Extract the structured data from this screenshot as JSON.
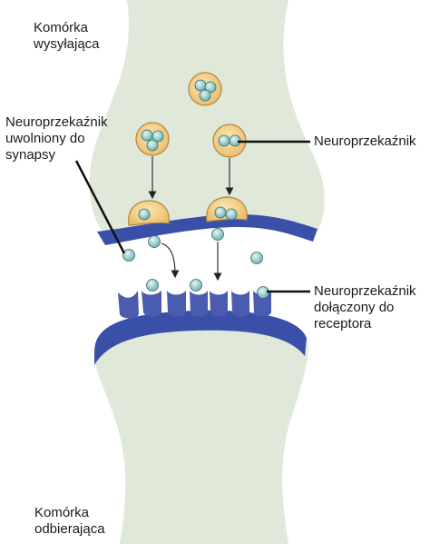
{
  "labels": {
    "sending_cell": "Komórka\nwysyłająca",
    "released": "Neuroprzekaźnik\nuwolniony do\nsynapsy",
    "neurotransmitter": "Neuroprzekaźnik",
    "bound": "Neuroprzekaźnik\ndołączony do\nreceptora",
    "receiving_cell": "Komórka\nodbierająca"
  },
  "colors": {
    "cell_fill": "#dfe8d9",
    "membrane": "#3a4fa8",
    "vesicle": "#f3d08a",
    "molecule": "#8fc6c4",
    "receptor": "#4a5bb0"
  }
}
